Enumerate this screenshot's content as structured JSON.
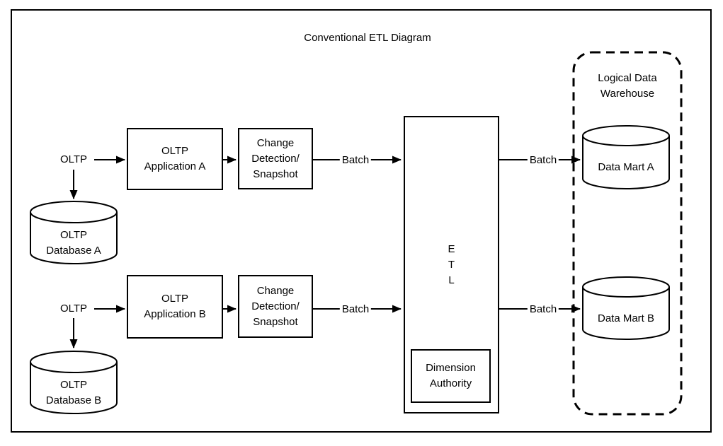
{
  "diagram": {
    "title": "Conventional ETL Diagram",
    "group": {
      "warehouse_label": "Logical Data\nWarehouse"
    },
    "nodes": {
      "oltp_a": "OLTP",
      "oltp_b": "OLTP",
      "app_a": "OLTP\nApplication A",
      "app_b": "OLTP\nApplication B",
      "change_a": "Change\nDetection/\nSnapshot",
      "change_b": "Change\nDetection/\nSnapshot",
      "etl": "E\nT\nL",
      "dimension_authority": "Dimension\nAuthority",
      "db_a": "OLTP\nDatabase A",
      "db_b": "OLTP\nDatabase B",
      "mart_a": "Data Mart A",
      "mart_b": "Data Mart B"
    },
    "edge_labels": {
      "batch_in_a": "Batch",
      "batch_in_b": "Batch",
      "batch_out_a": "Batch",
      "batch_out_b": "Batch"
    },
    "colors": {
      "stroke": "#000000",
      "background": "#ffffff"
    }
  }
}
